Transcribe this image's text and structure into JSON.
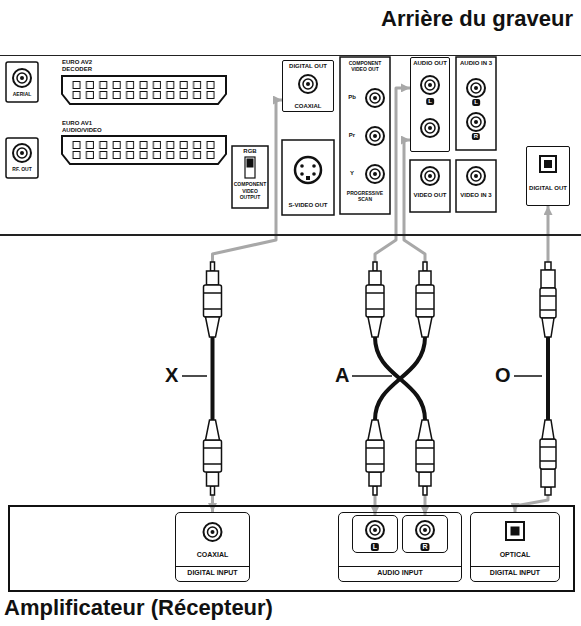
{
  "diagram": {
    "nodes": [
      {
        "text": [
          "Arrière du graveur"
        ]
      },
      {
        "text": [
          "DIGITAL OUT",
          "COAXIAL"
        ],
        "in": 0
      },
      {
        "text": [
          "AUDIO OUT",
          "L"
        ],
        "in": 0
      },
      {
        "text": [
          "DIGITAL OUT"
        ],
        "in": 0
      },
      {
        "text": [
          "Amplificateur (Récepteur)"
        ]
      },
      {
        "text": [
          "COAXIAL",
          "DIGITAL INPUT"
        ],
        "in": 4
      },
      {
        "text": [
          "AUDIO INPUT"
        ],
        "in": 4
      },
      {
        "text": [
          "L"
        ],
        "in": 6
      },
      {
        "text": [
          "R"
        ],
        "in": 6
      },
      {
        "text": [
          "OPTICAL",
          "DIGITAL INPUT"
        ],
        "in": 4
      }
    ],
    "edges": [
      {
        "from": 1,
        "to": 5,
        "arrow": "both",
        "label": "X"
      },
      {
        "from": 2,
        "to": 7,
        "arrow": "both",
        "label": "A"
      },
      {
        "from": 2,
        "to": 8,
        "arrow": "both"
      },
      {
        "from": 3,
        "to": 9,
        "arrow": "both",
        "label": "O"
      }
    ],
    "labels": [
      "AERIAL",
      "RF. OUT",
      "EURO AV2",
      "DECODER",
      "EURO AV1",
      "AUDIO/VIDEO",
      "RGB",
      "COMPONENT",
      "VIDEO OUTPUT",
      "S-VIDEO OUT",
      "COMPONENT VIDEO OUT",
      "Pb",
      "Pr",
      "Y",
      "PROGRESSIVE SCAN",
      "VIDEO OUT",
      "AUDIO IN 3",
      "L",
      "R",
      "VIDEO IN 3"
    ]
  }
}
